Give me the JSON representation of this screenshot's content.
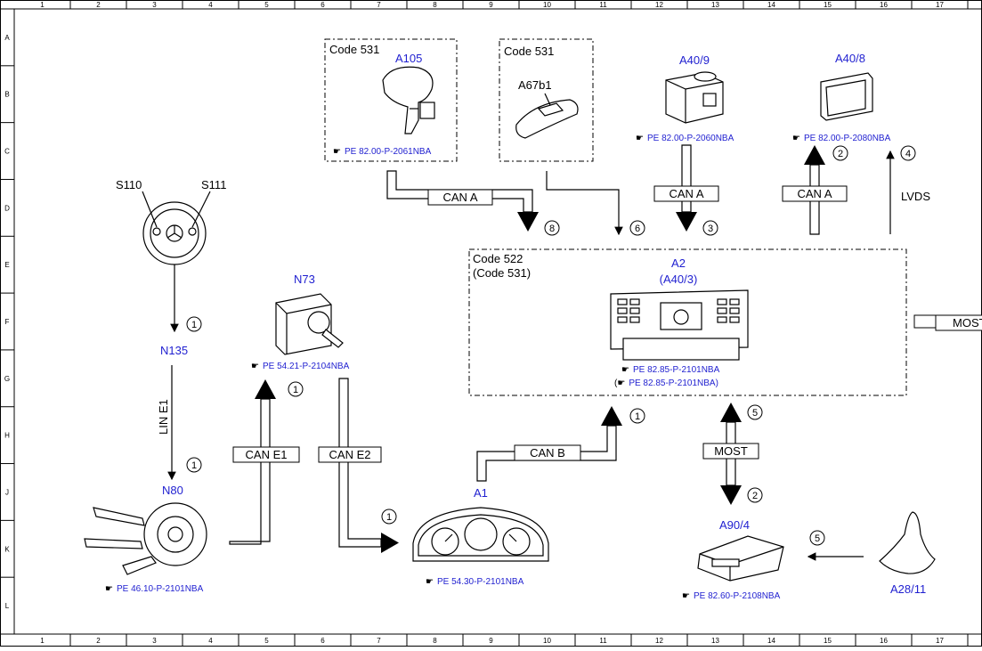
{
  "grid": {
    "columns": [
      "1",
      "2",
      "3",
      "4",
      "5",
      "6",
      "7",
      "8",
      "9",
      "10",
      "11",
      "12",
      "13",
      "14",
      "15",
      "16",
      "17"
    ],
    "rows": [
      "A",
      "B",
      "C",
      "D",
      "E",
      "F",
      "G",
      "H",
      "J",
      "K",
      "L"
    ]
  },
  "components": {
    "a105": {
      "code": "Code 531",
      "label": "A105",
      "ref": "PE 82.00-P-2061NBA"
    },
    "a67b1": {
      "code": "Code 531",
      "label": "A67b1"
    },
    "a40_9": {
      "label": "A40/9",
      "ref": "PE 82.00-P-2060NBA"
    },
    "a40_8": {
      "label": "A40/8",
      "ref": "PE 82.00-P-2080NBA"
    },
    "steering": {
      "left": "S110",
      "right": "S111"
    },
    "n135": {
      "label": "N135"
    },
    "n73": {
      "label": "N73",
      "ref": "PE 54.21-P-2104NBA"
    },
    "n80": {
      "label": "N80",
      "ref": "PE 46.10-P-2101NBA"
    },
    "a2": {
      "code": "Code 522",
      "code2": "(Code 531)",
      "label": "A2",
      "label2": "(A40/3)",
      "ref1": "PE 82.85-P-2101NBA",
      "ref2_open": "(",
      "ref2": "PE 82.85-P-2101NBA)"
    },
    "a1": {
      "label": "A1",
      "ref": "PE 54.30-P-2101NBA"
    },
    "a90_4": {
      "label": "A90/4",
      "ref": "PE 82.60-P-2108NBA"
    },
    "a28_11": {
      "label": "A28/11"
    }
  },
  "connections": {
    "can_a_1": "CAN A",
    "can_a_2": "CAN A",
    "can_a_3": "CAN A",
    "lvds": "LVDS",
    "lin_e1": "LIN E1",
    "can_e1": "CAN E1",
    "can_e2": "CAN E2",
    "can_b": "CAN B",
    "most_1": "MOST",
    "most_2": "MOST"
  },
  "markers": {
    "m8": "8",
    "m6": "6",
    "m3": "3",
    "m2a": "2",
    "m4": "4",
    "m1a": "1",
    "m1b": "1",
    "m1c": "1",
    "m1d": "1",
    "m1e": "1",
    "m5a": "5",
    "m2b": "2",
    "m5b": "5"
  },
  "colors": {
    "line": "#000000",
    "label_blue": "#1f1fd0"
  }
}
